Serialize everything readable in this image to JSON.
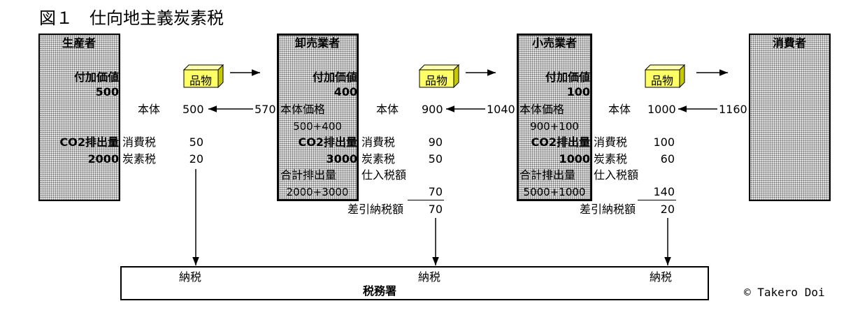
{
  "title": "図１　仕向地主義炭素税",
  "actors": {
    "producer": "生産者",
    "wholesaler": "卸売業者",
    "retailer": "小売業者",
    "consumer": "消費者"
  },
  "good_label": "品物",
  "labels": {
    "value_added": "付加価値",
    "body": "本体",
    "body_price": "本体価格",
    "co2": "CO2排出量",
    "consumption_tax": "消費税",
    "carbon_tax": "炭素税",
    "total_emissions": "合計排出量",
    "input_tax": "仕入税額",
    "net_tax": "差引納税額",
    "pay_tax": "納税",
    "tax_office": "税務署"
  },
  "producer": {
    "value_added": "500",
    "co2": "2000"
  },
  "wholesaler": {
    "value_added": "400",
    "body_price_breakdown": "500+400",
    "co2": "3000",
    "total_emissions_breakdown": "2000+3000"
  },
  "retailer": {
    "value_added": "100",
    "body_price_breakdown": "900+100",
    "co2": "1000",
    "total_emissions_breakdown": "5000+1000"
  },
  "flow1": {
    "paid": "570",
    "body": "500",
    "consumption_tax": "50",
    "carbon_tax": "20"
  },
  "flow2": {
    "paid": "1040",
    "body": "900",
    "consumption_tax": "90",
    "carbon_tax": "50",
    "input_tax": "70",
    "net_tax": "70"
  },
  "flow3": {
    "paid": "1160",
    "body": "1000",
    "consumption_tax": "100",
    "carbon_tax": "60",
    "input_tax": "140",
    "net_tax": "20"
  },
  "credit": "© Takero Doi"
}
